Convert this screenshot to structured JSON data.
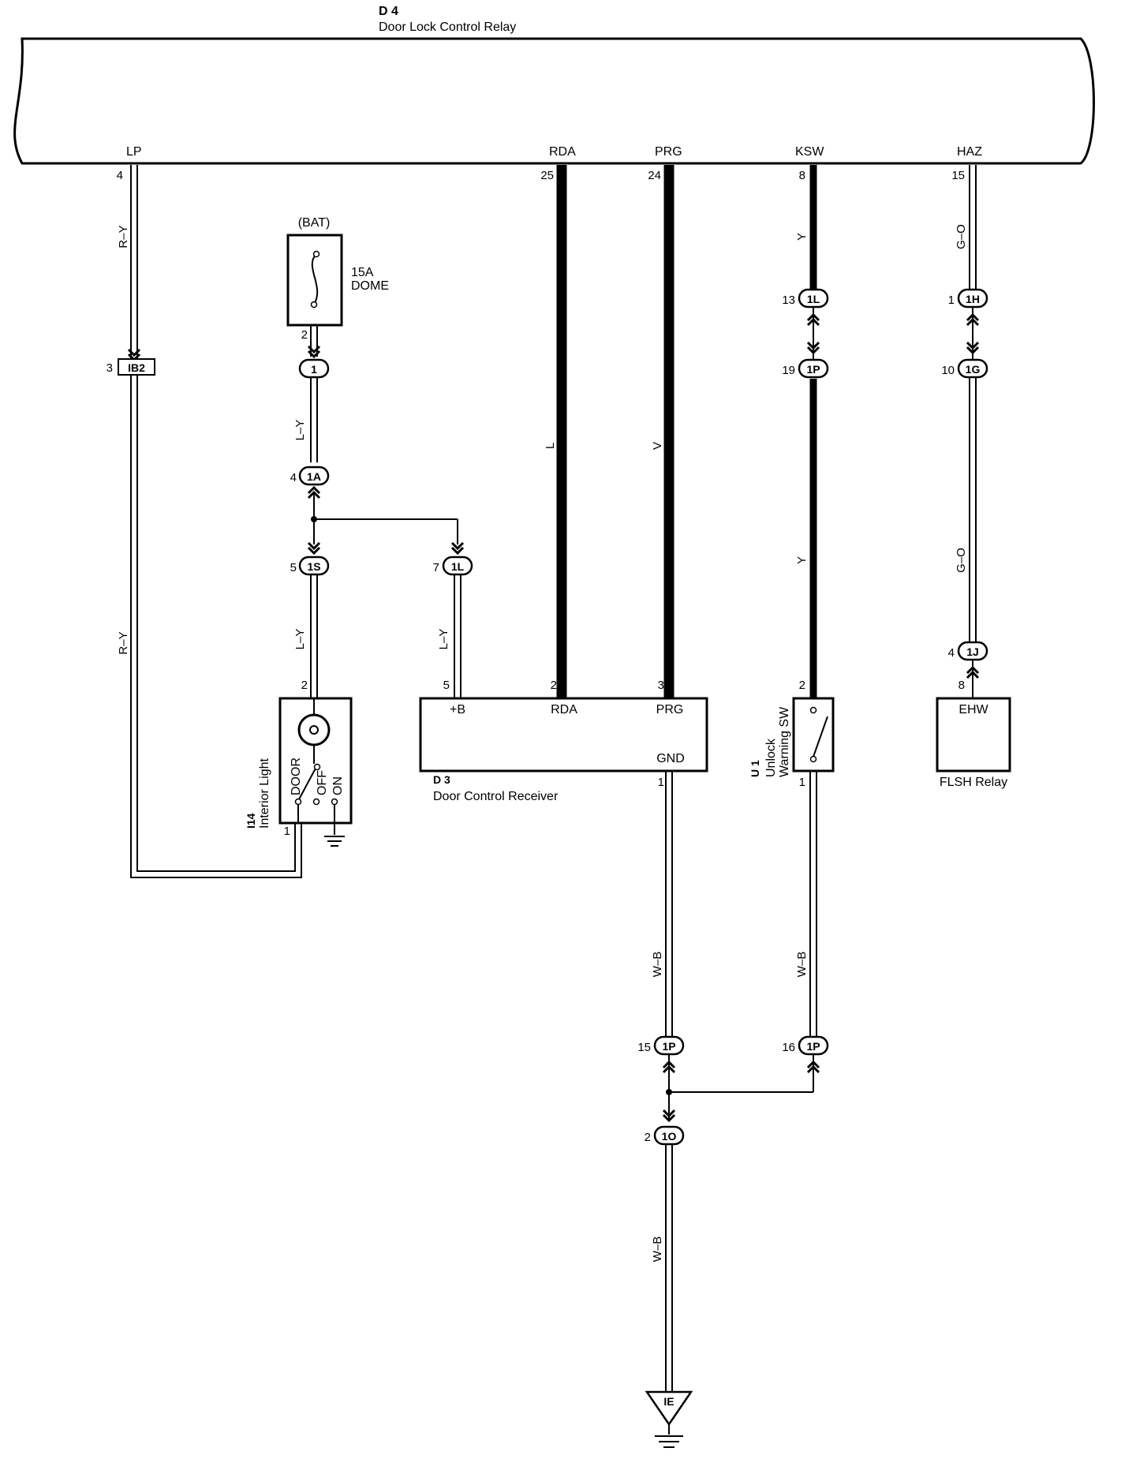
{
  "relay": {
    "code": "D 4",
    "name": "Door Lock Control Relay"
  },
  "terminals": {
    "lp": "LP",
    "rda": "RDA",
    "prg": "PRG",
    "ksw": "KSW",
    "haz": "HAZ"
  },
  "pins": {
    "lp": "4",
    "rda": "25",
    "prg": "24",
    "ksw": "8",
    "haz": "15",
    "ib2": "3",
    "fuse": "2",
    "c1a": "4",
    "c1s": "5",
    "c1l_mid": "7",
    "ksw_1l": "13",
    "ksw_1p": "19",
    "haz_1h": "1",
    "haz_1g": "10",
    "haz_1j": "4",
    "ehw": "8",
    "light_top": "2",
    "receiver_b": "5",
    "receiver_rda": "2",
    "receiver_prg": "3",
    "sw_top": "2",
    "light_bot": "1",
    "receiver_gnd": "1",
    "sw_bot": "1",
    "gnd_1p_left": "15",
    "gnd_1p_right": "16",
    "gnd_1o": "2"
  },
  "wires": {
    "lp_top": "R–Y",
    "lp_bot": "R–Y",
    "fuse_top": "L–Y",
    "light_top": "L–Y",
    "receiver_b": "L–Y",
    "rda": "L",
    "prg": "V",
    "ksw_top": "Y",
    "ksw_mid": "Y",
    "haz_top": "G–O",
    "haz_mid": "G–O",
    "gnd_left": "W–B",
    "gnd_right": "W–B",
    "gnd_main": "W–B"
  },
  "connectors": {
    "ib2": "IB2",
    "c1": "1",
    "c1a": "1A",
    "c1s": "1S",
    "c1l_mid": "1L",
    "c1l_ksw": "1L",
    "c1p_ksw": "1P",
    "c1h": "1H",
    "c1g": "1G",
    "c1j": "1J",
    "c1p_gl": "1P",
    "c1p_gr": "1P",
    "c1o": "1O",
    "ground_ie": "IE"
  },
  "fuse": {
    "source": "(BAT)",
    "rating": "15A",
    "name": "DOME"
  },
  "interior_light": {
    "code": "I14",
    "name": "Interior Light",
    "pos_door": "DOOR",
    "pos_off": "OFF",
    "pos_on": "ON"
  },
  "receiver": {
    "code": "D 3",
    "name": "Door Control Receiver",
    "t_b": "+B",
    "t_rda": "RDA",
    "t_prg": "PRG",
    "t_gnd": "GND"
  },
  "unlock_sw": {
    "code": "U 1",
    "line1": "Unlock",
    "line2": "Warning SW"
  },
  "flsh": {
    "terminal": "EHW",
    "name": "FLSH Relay"
  }
}
